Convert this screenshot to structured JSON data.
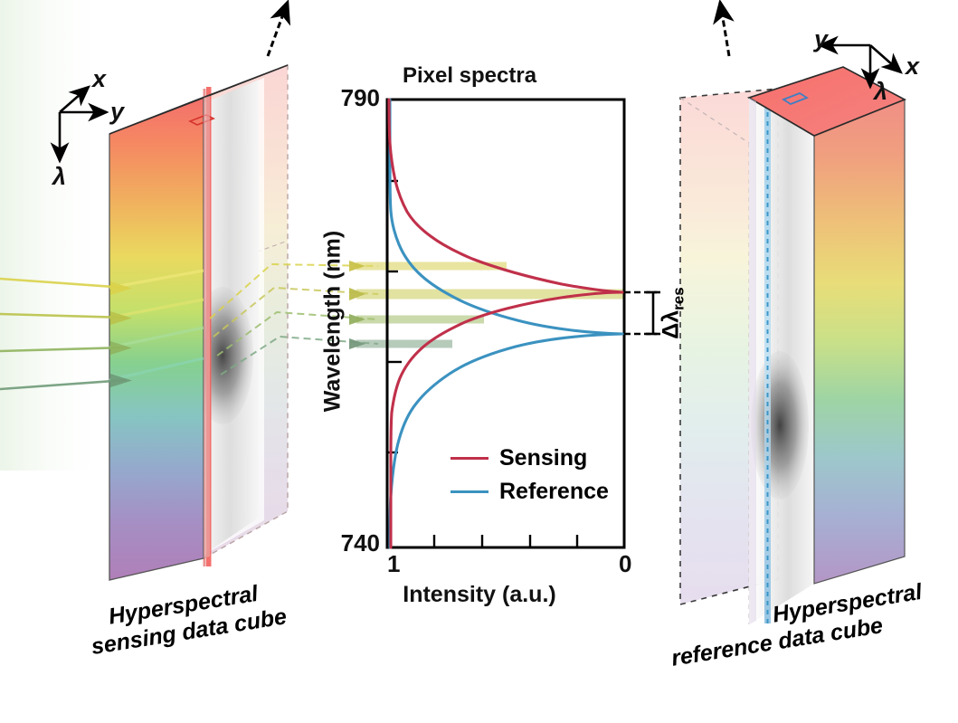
{
  "figure": {
    "title": "Pixel spectra"
  },
  "chart_data": {
    "type": "line",
    "title": "Pixel spectra",
    "xlabel": "Intensity (a.u.)",
    "ylabel": "Wavelength (nm)",
    "xlim": [
      1,
      0
    ],
    "ylim": [
      740,
      790
    ],
    "x_ticks": [
      "1",
      "0"
    ],
    "x_tick_values": [
      1,
      0
    ],
    "y_ticks": [
      "740",
      "790"
    ],
    "y_tick_values": [
      740,
      790
    ],
    "x_axis_reversed": true,
    "grid": false,
    "legend_position": "inside-lower-center",
    "annotation": {
      "label": "Δλ",
      "subscript": "res",
      "description": "spectral resolution bracket between sensing and reference transmission dips"
    },
    "series": [
      {
        "name": "Sensing",
        "color": "#c0304a",
        "peak_wavelength_nm": 772.2,
        "peak_intensity": 0.0,
        "baseline_intensity": 1.0,
        "fwhm_nm": 7.0,
        "x": [
          1.0,
          1.0,
          0.99,
          0.98,
          0.96,
          0.92,
          0.86,
          0.75,
          0.58,
          0.36,
          0.16,
          0.04,
          0.0,
          0.05,
          0.18,
          0.38,
          0.6,
          0.78,
          0.89,
          0.95,
          0.98,
          0.99,
          1.0,
          1.0
        ],
        "y": [
          740.0,
          750.0,
          755.0,
          758.0,
          760.5,
          762.5,
          764.0,
          765.5,
          767.0,
          768.5,
          770.0,
          771.2,
          772.2,
          773.2,
          774.4,
          775.8,
          777.2,
          778.6,
          780.0,
          781.5,
          783.5,
          786.0,
          788.0,
          790.0
        ]
      },
      {
        "name": "Reference",
        "color": "#3b92c0",
        "peak_wavelength_nm": 767.6,
        "peak_intensity": 0.0,
        "baseline_intensity": 1.0,
        "fwhm_nm": 7.5,
        "x": [
          1.0,
          1.0,
          0.99,
          0.97,
          0.94,
          0.89,
          0.8,
          0.67,
          0.49,
          0.28,
          0.1,
          0.01,
          0.0,
          0.07,
          0.22,
          0.43,
          0.64,
          0.81,
          0.91,
          0.96,
          0.98,
          0.995,
          1.0,
          1.0
        ],
        "y": [
          740.0,
          748.0,
          752.5,
          755.5,
          757.8,
          759.6,
          761.2,
          762.6,
          764.0,
          765.3,
          766.5,
          767.2,
          767.6,
          768.4,
          769.5,
          770.8,
          772.2,
          773.6,
          775.2,
          777.0,
          779.5,
          783.0,
          786.5,
          790.0
        ]
      }
    ],
    "legend": [
      {
        "label": "Sensing",
        "color": "#c0304a"
      },
      {
        "label": "Reference",
        "color": "#3b92c0"
      }
    ]
  },
  "left_cube": {
    "caption_line1": "Hyperspectral",
    "caption_line2": "sensing data cube",
    "axes": [
      {
        "label": "x",
        "direction": "up-right"
      },
      {
        "label": "y",
        "direction": "right"
      },
      {
        "label": "λ",
        "direction": "down"
      }
    ],
    "pixel_marker": "red-pixel-box"
  },
  "right_cube": {
    "caption_line1": "Hyperspectral",
    "caption_line2": "reference data cube",
    "axes": [
      {
        "label": "y",
        "direction": "left"
      },
      {
        "label": "x",
        "direction": "down-right"
      },
      {
        "label": "λ",
        "direction": "down"
      }
    ],
    "pixel_marker": "blue-pixel-box"
  },
  "incoming_beams": [
    {
      "color": "#d9d24a",
      "name": "beam-yellow"
    },
    {
      "color": "#b9c24a",
      "name": "beam-yellow-green"
    },
    {
      "color": "#8fb45e",
      "name": "beam-green"
    },
    {
      "color": "#6f9a78",
      "name": "beam-teal-green"
    }
  ],
  "colors": {
    "sensing": "#c0304a",
    "reference": "#3b92c0",
    "axis": "#000000",
    "cube_top": "#f4726e",
    "annotation": "#000000"
  }
}
